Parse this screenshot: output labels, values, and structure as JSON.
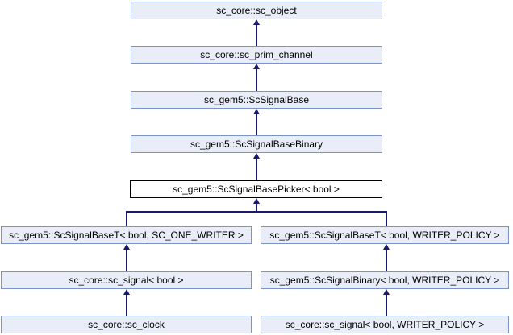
{
  "diagram": {
    "kind": "class-inheritance-graph",
    "colors": {
      "edge": "#191970",
      "node_fill": "#e8edf7",
      "node_border": "#7b94c4",
      "current_node_fill": "#ffffff",
      "current_node_border": "#000000",
      "text": "#000000",
      "background": "#ffffff"
    },
    "current_node": "sc_gem5::ScSignalBasePicker< bool >",
    "nodes": [
      {
        "label": "sc_core::sc_object",
        "current": false
      },
      {
        "label": "sc_core::sc_prim_channel",
        "current": false
      },
      {
        "label": "sc_gem5::ScSignalBase",
        "current": false
      },
      {
        "label": "sc_gem5::ScSignalBaseBinary",
        "current": false
      },
      {
        "label": "sc_gem5::ScSignalBasePicker< bool >",
        "current": true
      },
      {
        "label": "sc_gem5::ScSignalBaseT< bool, SC_ONE_WRITER >",
        "current": false
      },
      {
        "label": "sc_gem5::ScSignalBaseT< bool, WRITER_POLICY >",
        "current": false
      },
      {
        "label": "sc_core::sc_signal< bool >",
        "current": false
      },
      {
        "label": "sc_gem5::ScSignalBinary< bool, WRITER_POLICY >",
        "current": false
      },
      {
        "label": "sc_core::sc_clock",
        "current": false
      },
      {
        "label": "sc_core::sc_signal< bool, WRITER_POLICY >",
        "current": false
      }
    ],
    "edges": [
      {
        "derived": "sc_core::sc_prim_channel",
        "base": "sc_core::sc_object"
      },
      {
        "derived": "sc_gem5::ScSignalBase",
        "base": "sc_core::sc_prim_channel"
      },
      {
        "derived": "sc_gem5::ScSignalBaseBinary",
        "base": "sc_gem5::ScSignalBase"
      },
      {
        "derived": "sc_gem5::ScSignalBasePicker< bool >",
        "base": "sc_gem5::ScSignalBaseBinary"
      },
      {
        "derived": "sc_gem5::ScSignalBaseT< bool, SC_ONE_WRITER >",
        "base": "sc_gem5::ScSignalBasePicker< bool >"
      },
      {
        "derived": "sc_gem5::ScSignalBaseT< bool, WRITER_POLICY >",
        "base": "sc_gem5::ScSignalBasePicker< bool >"
      },
      {
        "derived": "sc_core::sc_signal< bool >",
        "base": "sc_gem5::ScSignalBaseT< bool, SC_ONE_WRITER >"
      },
      {
        "derived": "sc_gem5::ScSignalBinary< bool, WRITER_POLICY >",
        "base": "sc_gem5::ScSignalBaseT< bool, WRITER_POLICY >"
      },
      {
        "derived": "sc_core::sc_clock",
        "base": "sc_core::sc_signal< bool >"
      },
      {
        "derived": "sc_core::sc_signal< bool, WRITER_POLICY >",
        "base": "sc_gem5::ScSignalBinary< bool, WRITER_POLICY >"
      }
    ]
  }
}
